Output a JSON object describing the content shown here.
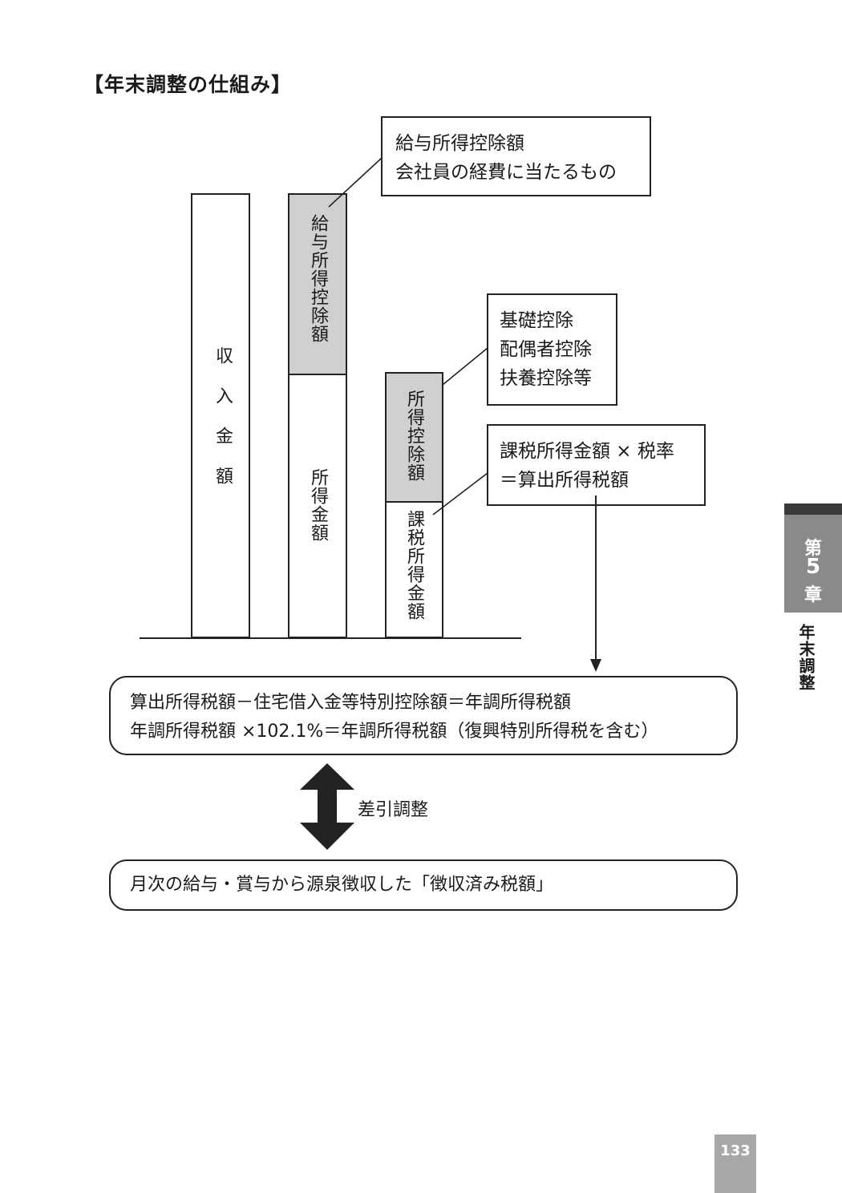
{
  "title": "【年末調整の仕組み】",
  "bars": {
    "income": "収入金額",
    "salary_deduction": "給与所得控除額",
    "income_amount": "所得金額",
    "income_deduction": "所得控除額",
    "taxable_income": "課税所得金額"
  },
  "callouts": {
    "salary_deduction_note": [
      "給与所得控除額",
      "会社員の経費に当たるもの"
    ],
    "deductions_list": [
      "基礎控除",
      "配偶者控除",
      "扶養控除等"
    ],
    "tax_formula": [
      "課税所得金額 × 税率",
      "＝算出所得税額"
    ]
  },
  "calculation_box": [
    "算出所得税額－住宅借入金等特別控除額＝年調所得税額",
    "年調所得税額 ×102.1%＝年調所得税額（復興特別所得税を含む）"
  ],
  "adjust_label": "差引調整",
  "withheld_box": "月次の給与・賞与から源泉徴収した「徴収済み税額」",
  "sidebar": {
    "chapter": [
      "第",
      "5",
      "章"
    ],
    "section": "年末調整"
  },
  "page_number": "133"
}
